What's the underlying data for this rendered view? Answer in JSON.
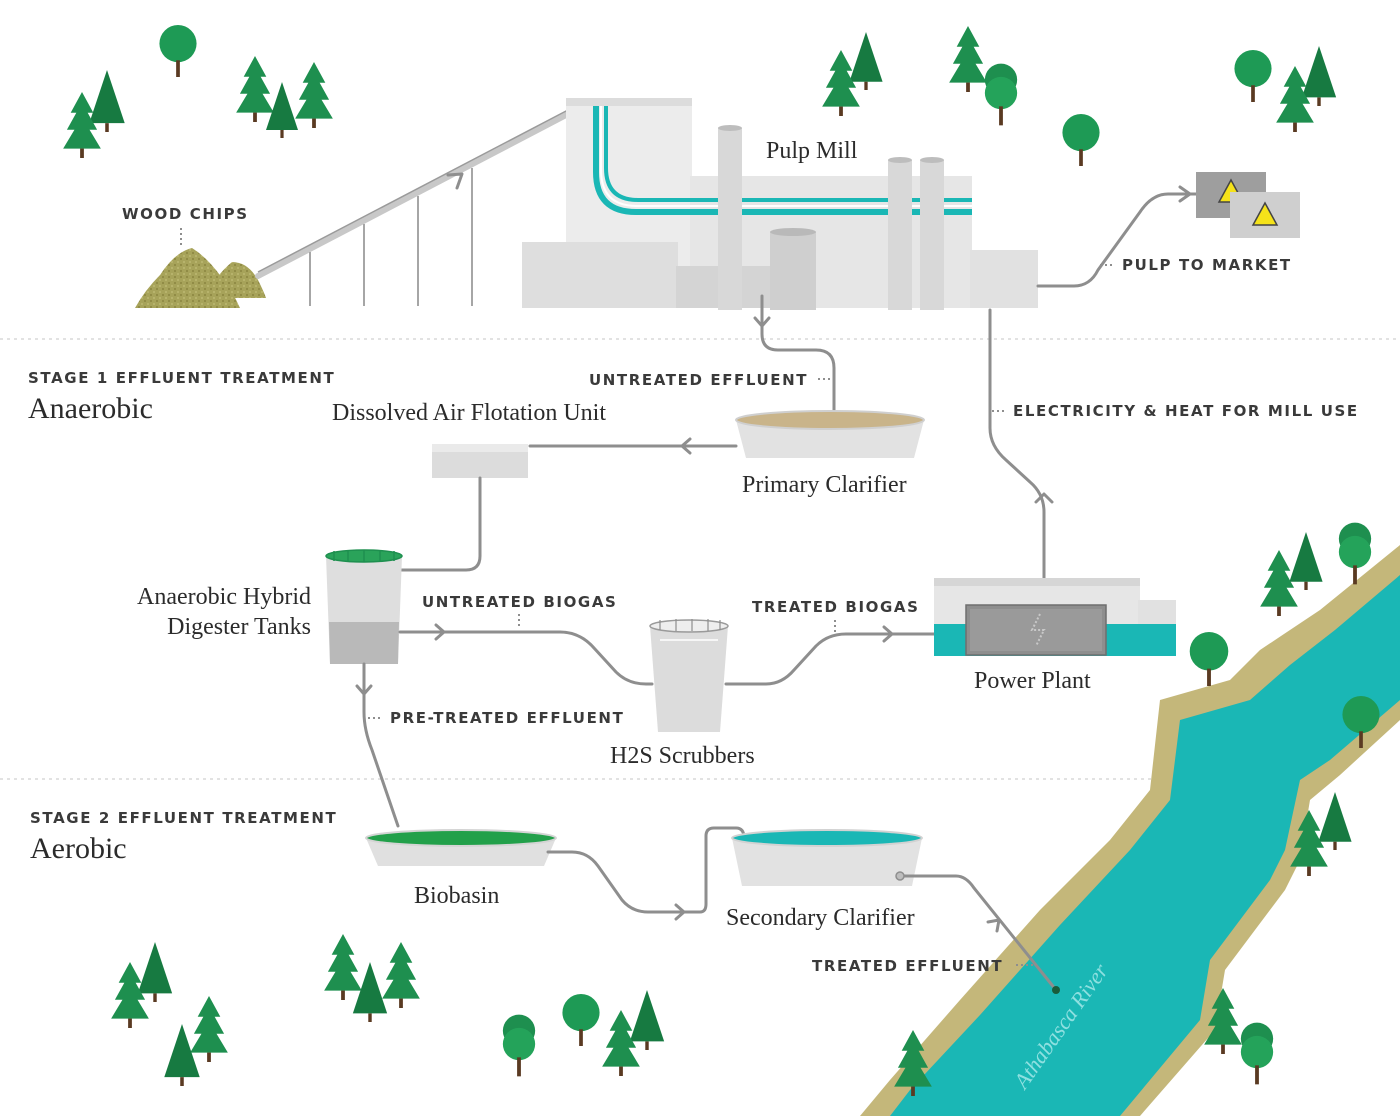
{
  "labels": {
    "wood_chips": "WOOD CHIPS",
    "pulp_mill": "Pulp Mill",
    "pulp_to_market": "PULP TO MARKET",
    "untreated_effluent": "UNTREATED EFFLUENT",
    "electricity_heat": "ELECTRICITY & HEAT FOR MILL USE",
    "daf_unit": "Dissolved Air Flotation Unit",
    "primary_clarifier": "Primary Clarifier",
    "digester_line1": "Anaerobic Hybrid",
    "digester_line2": "Digester Tanks",
    "untreated_biogas": "UNTREATED BIOGAS",
    "treated_biogas": "TREATED BIOGAS",
    "power_plant": "Power Plant",
    "pre_treated_effluent": "PRE-TREATED EFFLUENT",
    "h2s_scrubbers": "H2S Scrubbers",
    "biobasin": "Biobasin",
    "secondary_clarifier": "Secondary Clarifier",
    "treated_effluent": "TREATED EFFLUENT",
    "river": "Athabasca River"
  },
  "stages": [
    {
      "caption": "STAGE 1 EFFLUENT TREATMENT",
      "title": "Anaerobic"
    },
    {
      "caption": "STAGE 2 EFFLUENT TREATMENT",
      "title": "Aerobic"
    }
  ],
  "colors": {
    "teal": "#1ab7b5",
    "tree_green": "#1e8f4f",
    "tree_dark": "#177a41",
    "sludge_green": "#22a04a",
    "wood_chips": "#9c9a4a",
    "building": "#e9e9ea",
    "pipe": "#8e8e8e",
    "river_bank": "#c4b77a"
  }
}
